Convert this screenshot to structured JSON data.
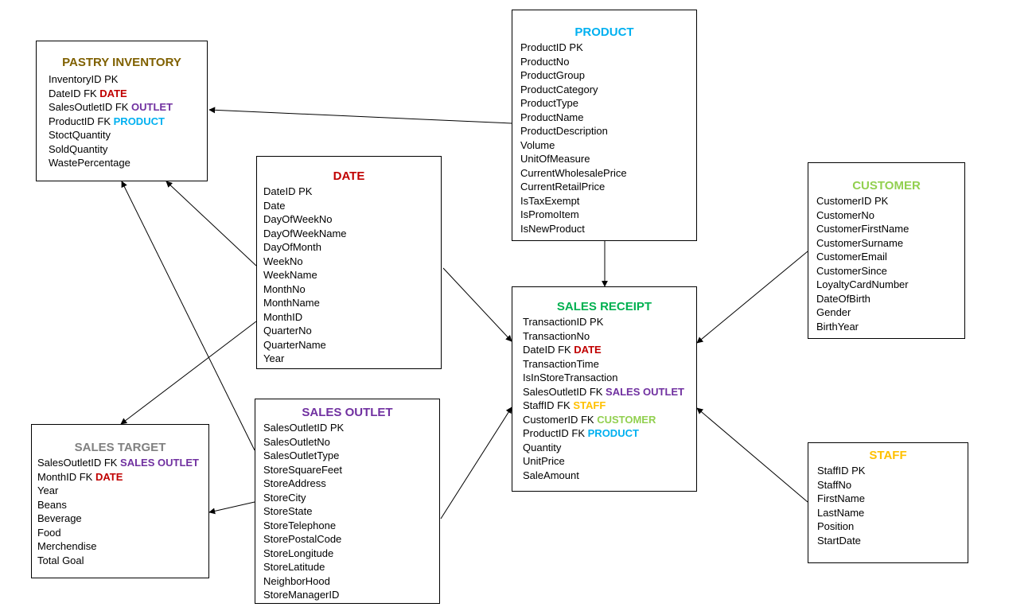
{
  "colors": {
    "pastry_inventory": "#7f6000",
    "product": "#00b0f0",
    "date": "#c00000",
    "customer": "#92d050",
    "sales_receipt": "#00b050",
    "sales_outlet": "#7030a0",
    "sales_target": "#808080",
    "staff": "#ffc000"
  },
  "entities": {
    "pastry_inventory": {
      "title": "PASTRY INVENTORY",
      "fields": [
        {
          "text": "InventoryID PK"
        },
        {
          "text": "DateID FK ",
          "ref": "DATE"
        },
        {
          "text": "SalesOutletID FK ",
          "ref": "OUTLET"
        },
        {
          "text": "ProductID FK ",
          "ref": "PRODUCT"
        },
        {
          "text": "StoctQuantity"
        },
        {
          "text": "SoldQuantity"
        },
        {
          "text": "WastePercentage"
        }
      ]
    },
    "product": {
      "title": "PRODUCT",
      "fields": [
        {
          "text": "ProductID PK"
        },
        {
          "text": "ProductNo"
        },
        {
          "text": "ProductGroup"
        },
        {
          "text": "ProductCategory"
        },
        {
          "text": "ProductType"
        },
        {
          "text": "ProductName"
        },
        {
          "text": "ProductDescription"
        },
        {
          "text": "Volume"
        },
        {
          "text": "UnitOfMeasure"
        },
        {
          "text": "CurrentWholesalePrice"
        },
        {
          "text": "CurrentRetailPrice"
        },
        {
          "text": "IsTaxExempt"
        },
        {
          "text": "IsPromoItem"
        },
        {
          "text": "IsNewProduct"
        }
      ]
    },
    "date": {
      "title": "DATE",
      "fields": [
        {
          "text": "DateID PK"
        },
        {
          "text": "Date"
        },
        {
          "text": "DayOfWeekNo"
        },
        {
          "text": "DayOfWeekName"
        },
        {
          "text": "DayOfMonth"
        },
        {
          "text": "WeekNo"
        },
        {
          "text": "WeekName"
        },
        {
          "text": "MonthNo"
        },
        {
          "text": "MonthName"
        },
        {
          "text": "MonthID"
        },
        {
          "text": "QuarterNo"
        },
        {
          "text": "QuarterName"
        },
        {
          "text": "Year"
        }
      ]
    },
    "customer": {
      "title": "CUSTOMER",
      "fields": [
        {
          "text": "CustomerID PK"
        },
        {
          "text": "CustomerNo"
        },
        {
          "text": "CustomerFirstName"
        },
        {
          "text": "CustomerSurname"
        },
        {
          "text": "CustomerEmail"
        },
        {
          "text": "CustomerSince"
        },
        {
          "text": "LoyaltyCardNumber"
        },
        {
          "text": "DateOfBirth"
        },
        {
          "text": "Gender"
        },
        {
          "text": "BirthYear"
        }
      ]
    },
    "sales_receipt": {
      "title": "SALES RECEIPT",
      "fields": [
        {
          "text": "TransactionID PK"
        },
        {
          "text": "TransactionNo"
        },
        {
          "text": "DateID FK ",
          "ref": "DATE"
        },
        {
          "text": "TransactionTime"
        },
        {
          "text": "IsInStoreTransaction"
        },
        {
          "text": "SalesOutletID FK ",
          "ref": "SALES OUTLET"
        },
        {
          "text": "StaffID FK ",
          "ref": "STAFF"
        },
        {
          "text": "CustomerID FK ",
          "ref": "CUSTOMER"
        },
        {
          "text": "ProductID FK ",
          "ref": "PRODUCT"
        },
        {
          "text": "Quantity"
        },
        {
          "text": "UnitPrice"
        },
        {
          "text": "SaleAmount"
        }
      ]
    },
    "sales_outlet": {
      "title": "SALES OUTLET",
      "fields": [
        {
          "text": "SalesOutletID PK"
        },
        {
          "text": "SalesOutletNo"
        },
        {
          "text": "SalesOutletType"
        },
        {
          "text": "StoreSquareFeet"
        },
        {
          "text": "StoreAddress"
        },
        {
          "text": "StoreCity"
        },
        {
          "text": "StoreState"
        },
        {
          "text": "StoreTelephone"
        },
        {
          "text": "StorePostalCode"
        },
        {
          "text": "StoreLongitude"
        },
        {
          "text": "StoreLatitude"
        },
        {
          "text": "NeighborHood"
        },
        {
          "text": "StoreManagerID"
        }
      ]
    },
    "sales_target": {
      "title": "SALES TARGET",
      "fields": [
        {
          "text": "SalesOutletID FK ",
          "ref": "SALES OUTLET"
        },
        {
          "text": "MonthID FK ",
          "ref": "DATE"
        },
        {
          "text": "Year"
        },
        {
          "text": "Beans"
        },
        {
          "text": "Beverage"
        },
        {
          "text": "Food"
        },
        {
          "text": "Merchendise"
        },
        {
          "text": "Total Goal"
        }
      ]
    },
    "staff": {
      "title": "STAFF",
      "fields": [
        {
          "text": "StaffID PK"
        },
        {
          "text": "StaffNo"
        },
        {
          "text": "FirstName"
        },
        {
          "text": "LastName"
        },
        {
          "text": "Position"
        },
        {
          "text": "StartDate"
        }
      ]
    }
  },
  "ref_colors": {
    "DATE": "#c00000",
    "OUTLET": "#7030a0",
    "SALES OUTLET": "#7030a0",
    "PRODUCT": "#00b0f0",
    "STAFF": "#ffc000",
    "CUSTOMER": "#92d050"
  }
}
